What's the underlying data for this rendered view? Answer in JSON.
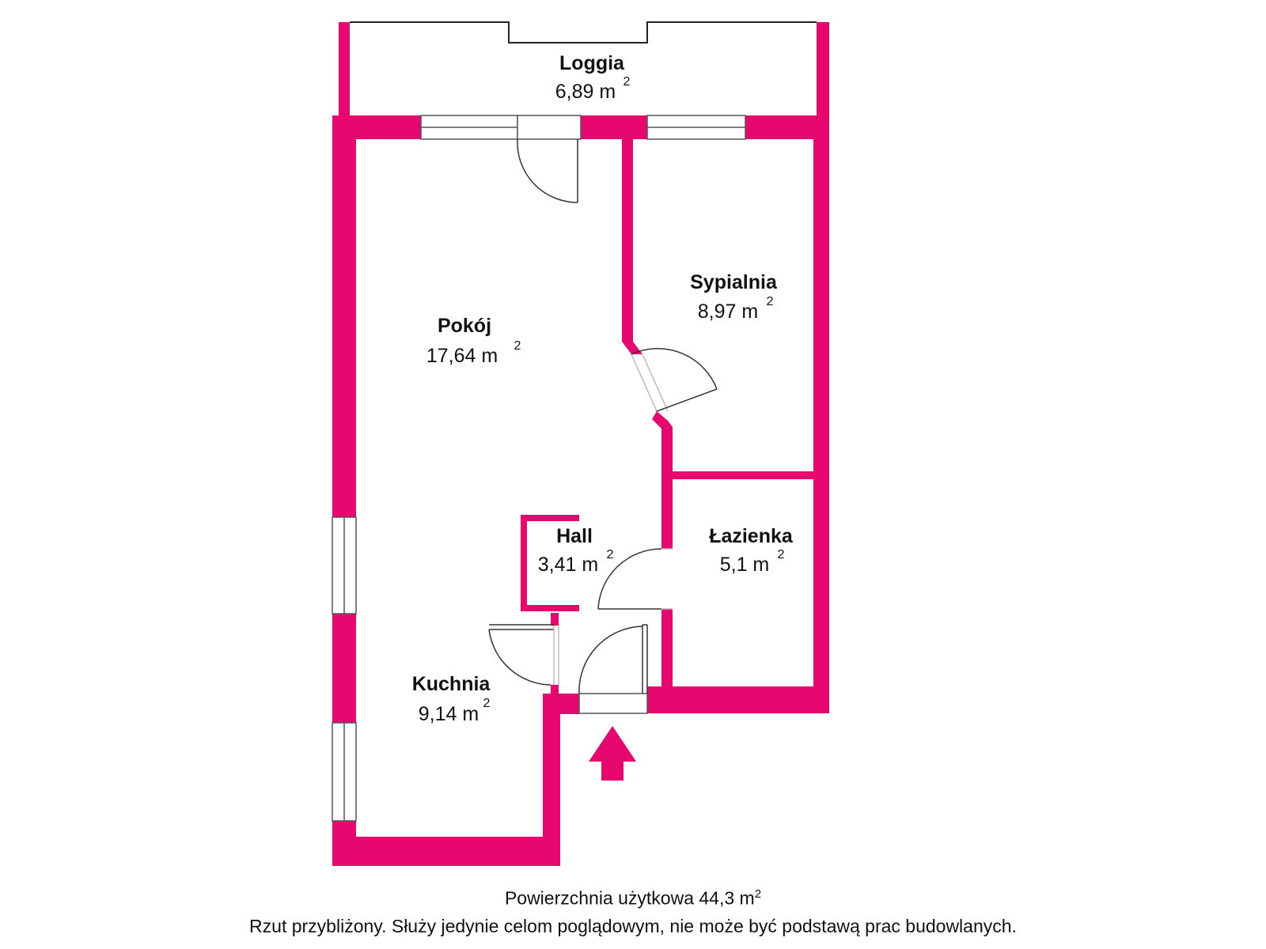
{
  "plan": {
    "wall_color": "#E6086E",
    "rooms": [
      {
        "id": "loggia",
        "name": "Loggia",
        "area": "6,89 m",
        "unit_sup": "2"
      },
      {
        "id": "pokoj",
        "name": "Pokój",
        "area": "17,64 m",
        "unit_sup": "2"
      },
      {
        "id": "sypialnia",
        "name": "Sypialnia",
        "area": "8,97 m",
        "unit_sup": "2"
      },
      {
        "id": "hall",
        "name": "Hall",
        "area": "3,41 m",
        "unit_sup": "2"
      },
      {
        "id": "lazienka",
        "name": "Łazienka",
        "area": "5,1 m",
        "unit_sup": "2"
      },
      {
        "id": "kuchnia",
        "name": "Kuchnia",
        "area": "9,14 m",
        "unit_sup": "2"
      }
    ],
    "entrance_icon": "entrance-arrow-icon"
  },
  "footer": {
    "total_area": "Powierzchnia użytkowa 44,3 m",
    "total_area_sup": "2",
    "disclaimer": "Rzut przybliżony. Służy jedynie celom poglądowym, nie może być podstawą prac budowlanych."
  }
}
